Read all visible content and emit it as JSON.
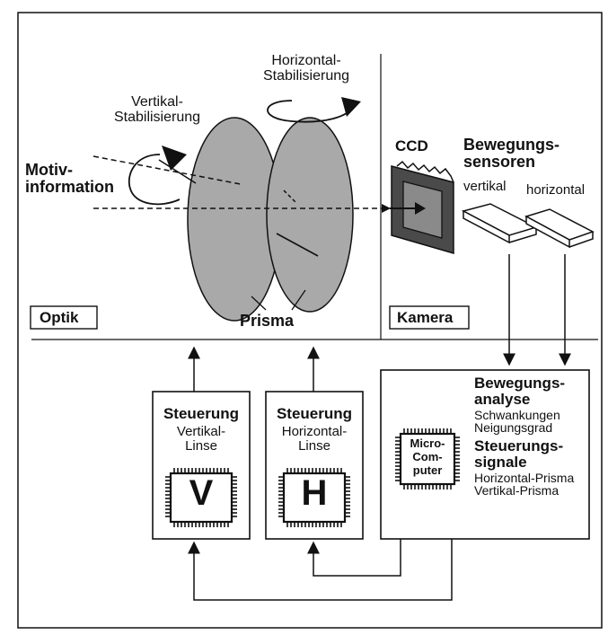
{
  "optics": {
    "vertikal_stab": [
      "Vertikal-",
      "Stabilisierung"
    ],
    "horizontal_stab": [
      "Horizontal-",
      "Stabilisierung"
    ],
    "motiv": [
      "Motiv-",
      "information"
    ],
    "prisma": "Prisma",
    "optik_label": "Optik"
  },
  "camera": {
    "ccd": "CCD",
    "sensors_title": [
      "Bewegungs-",
      "sensoren"
    ],
    "vertikal": "vertikal",
    "horizontal": "horizontal",
    "kamera_label": "Kamera"
  },
  "control_v": {
    "title": "Steuerung",
    "sub": [
      "Vertikal-",
      "Linse"
    ],
    "chip": "V"
  },
  "control_h": {
    "title": "Steuerung",
    "sub": [
      "Horizontal-",
      "Linse"
    ],
    "chip": "H"
  },
  "microcomputer": {
    "chip": [
      "Micro-",
      "Com-",
      "puter"
    ],
    "analyse_title": [
      "Bewegungs-",
      "analyse"
    ],
    "analyse_items": [
      "Schwankungen",
      "Neigungsgrad"
    ],
    "signale_title": [
      "Steuerungs-",
      "signale"
    ],
    "signale_items": [
      "Horizontal-Prisma",
      "Vertikal-Prisma"
    ]
  },
  "colors": {
    "prism_fill": "#a9a9a9",
    "line": "#111111",
    "ccd_fill": "#555555"
  }
}
